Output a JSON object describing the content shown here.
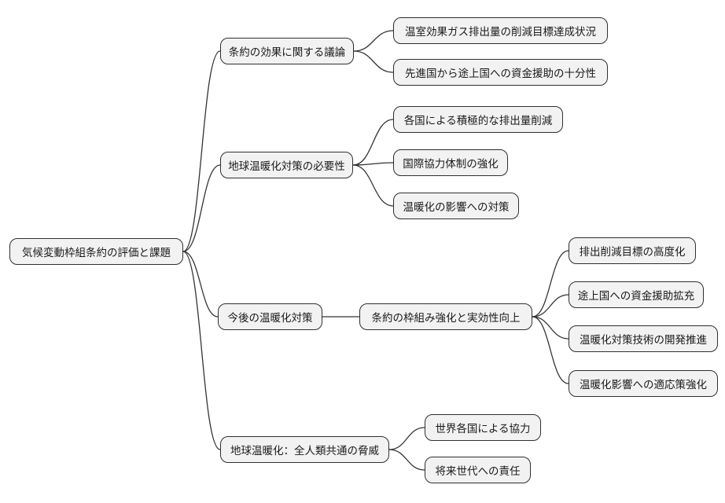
{
  "diagram": {
    "type": "mindmap",
    "background": "#ffffff",
    "node_style": {
      "fill": "#f2f2f2",
      "border_color": "#2f2f2f",
      "edge_color": "#333333"
    },
    "root": {
      "label": "気候変動枠組条約の評価と課題"
    },
    "branches": [
      {
        "label": "条約の効果に関する議論",
        "children": [
          {
            "label": "温室効果ガス排出量の削減目標達成状況"
          },
          {
            "label": "先進国から途上国への資金援助の十分性"
          }
        ]
      },
      {
        "label": "地球温暖化対策の必要性",
        "children": [
          {
            "label": "各国による積極的な排出量削減"
          },
          {
            "label": "国際協力体制の強化"
          },
          {
            "label": "温暖化の影響への対策"
          }
        ]
      },
      {
        "label": "今後の温暖化対策",
        "children": [
          {
            "label": "条約の枠組み強化と実効性向上",
            "children": [
              {
                "label": "排出削減目標の高度化"
              },
              {
                "label": "途上国への資金援助拡充"
              },
              {
                "label": "温暖化対策技術の開発推進"
              },
              {
                "label": "温暖化影響への適応策強化"
              }
            ]
          }
        ]
      },
      {
        "label": "地球温暖化：全人類共通の脅威",
        "children": [
          {
            "label": "世界各国による協力"
          },
          {
            "label": "将来世代への責任"
          }
        ]
      }
    ]
  }
}
